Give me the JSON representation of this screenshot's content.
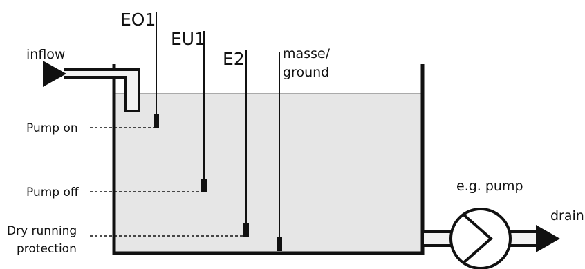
{
  "colors": {
    "stroke": "#111111",
    "water": "#e6e6e6",
    "pipe_fill": "#f2f2f2",
    "background": "#ffffff"
  },
  "labels": {
    "inflow": "inflow",
    "drain": "drain",
    "pump": "e.g. pump",
    "ground_line1": "masse/",
    "ground_line2": "ground",
    "pump_on": "Pump on",
    "pump_off": "Pump off",
    "dry_line1": "Dry running",
    "dry_line2": "protection"
  },
  "probes": [
    {
      "id": "EO1",
      "label": "EO1"
    },
    {
      "id": "EU1",
      "label": "EU1"
    },
    {
      "id": "E2",
      "label": "E2"
    }
  ],
  "icons": {
    "inflow_arrow": "triangle-right-icon",
    "drain_arrow": "triangle-right-icon",
    "pump": "pump-symbol-icon"
  }
}
